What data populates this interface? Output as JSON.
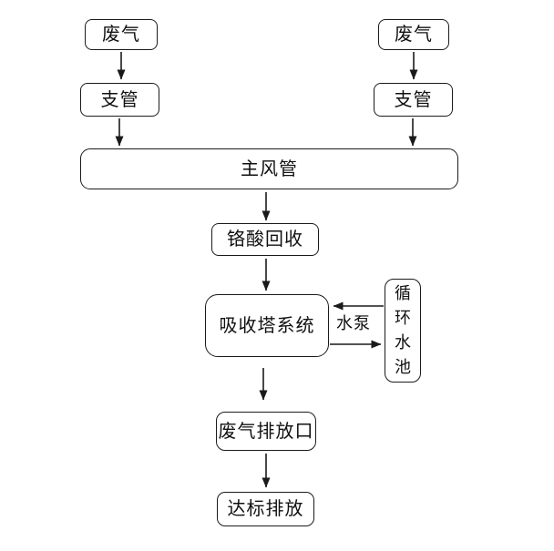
{
  "diagram": {
    "nodes": {
      "waste_gas_left": "废气",
      "waste_gas_right": "废气",
      "branch_pipe_left": "支管",
      "branch_pipe_right": "支管",
      "main_duct": "主风管",
      "chromic_acid_recovery": "铬酸回收",
      "absorption_tower_system": "吸收塔系统",
      "circulating_water_pool": "循环水池",
      "waste_gas_outlet": "废气排放口",
      "compliant_discharge": "达标排放"
    },
    "edge_labels": {
      "water_pump": "水泵"
    },
    "colors": {
      "stroke": "#1a1a1a",
      "background": "#ffffff",
      "text": "#111111"
    }
  }
}
